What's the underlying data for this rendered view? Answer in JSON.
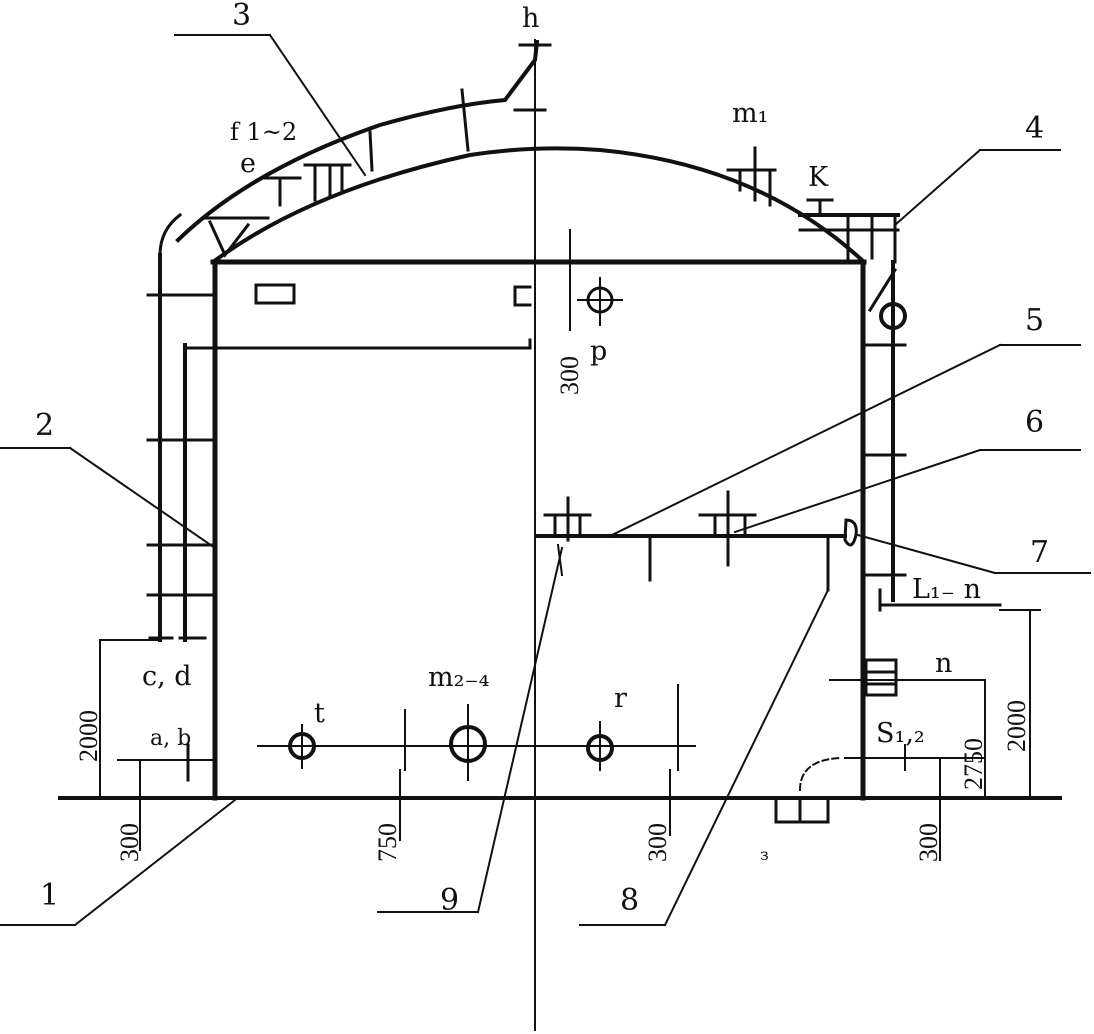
{
  "callouts": {
    "c1": "1",
    "c2": "2",
    "c3": "3",
    "c4": "4",
    "c5": "5",
    "c6": "6",
    "c7": "7",
    "c8": "8",
    "c9": "9"
  },
  "nozzles": {
    "h": "h",
    "f": "f 1~2",
    "e": "e",
    "m1": "m₁",
    "k": "K",
    "p": "p",
    "cd": "c, d",
    "ab": "a, b",
    "t": "t",
    "m2": "m₂₋₄",
    "r": "r",
    "L": "L₁₋ n",
    "n": "n",
    "s": "S₁,₂"
  },
  "dimensions": {
    "d300_top": "300",
    "d2000_left": "2000",
    "d300_left": "300",
    "d750": "750",
    "d300_mid": "300",
    "d2750": "2750",
    "d2000_right": "2000",
    "d300_right": "300"
  },
  "misc": {
    "small_mark": "з"
  }
}
